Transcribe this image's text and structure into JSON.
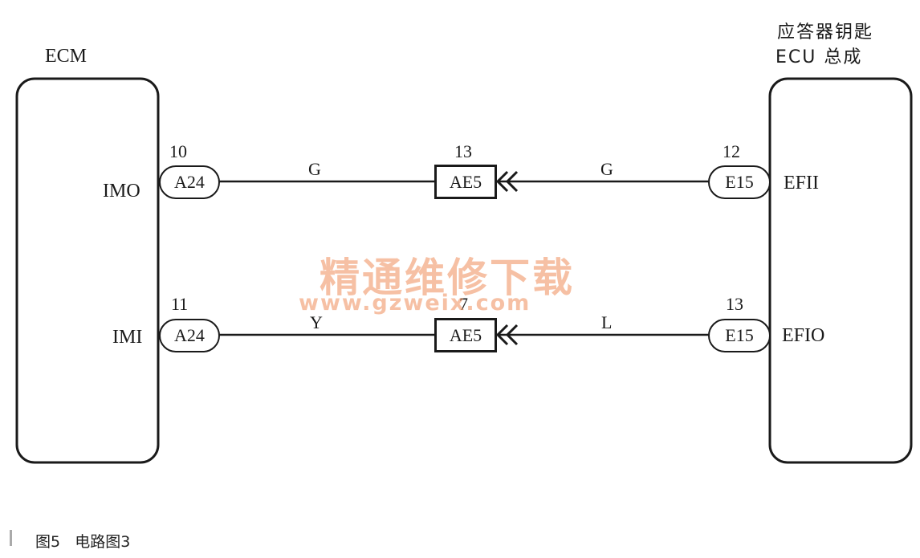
{
  "left_unit": {
    "title": "ECM"
  },
  "right_unit": {
    "title_line1": "应答器钥匙",
    "title_line2": "ECU 总成"
  },
  "circuits": [
    {
      "left_signal": "IMO",
      "left_pin": "10",
      "left_connector": "A24",
      "left_wire_color": "G",
      "junction_pin": "13",
      "junction_connector": "AE5",
      "right_wire_color": "G",
      "right_pin": "12",
      "right_connector": "E15",
      "right_signal": "EFII"
    },
    {
      "left_signal": "IMI",
      "left_pin": "11",
      "left_connector": "A24",
      "left_wire_color": "Y",
      "junction_pin": "7",
      "junction_connector": "AE5",
      "right_wire_color": "L",
      "right_pin": "13",
      "right_connector": "E15",
      "right_signal": "EFIO"
    }
  ],
  "watermark": {
    "text": "精通维修下载",
    "url": "www.gzweix.com"
  },
  "caption": {
    "figure": "图5",
    "title": "电路图3"
  }
}
